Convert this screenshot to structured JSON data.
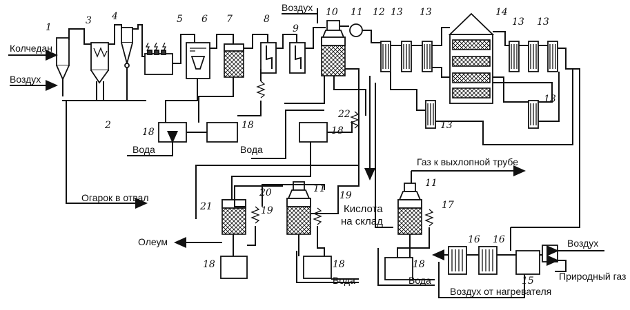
{
  "labels": {
    "pyrite": "Колчедан",
    "air_left": "Воздух",
    "air_top": "Воздух",
    "cinder": "Огарок в отвал",
    "water_1": "Вода",
    "water_2": "Вода",
    "water_3": "Вода",
    "water_4": "Вода",
    "exhaust": "Газ к выхлопной трубе",
    "acid_1": "Кислота",
    "acid_2": "на склад",
    "oleum": "Олеум",
    "air_right": "Воздух",
    "natural_gas": "Природный газ",
    "heater_air": "Воздух от нагревателя"
  },
  "numbers": {
    "n1": "1",
    "n2": "2",
    "n3": "3",
    "n4": "4",
    "n5": "5",
    "n6": "6",
    "n7": "7",
    "n8": "8",
    "n9": "9",
    "n10": "10",
    "n11a": "11",
    "n12": "12",
    "n13a": "13",
    "n13b": "13",
    "n14": "14",
    "n13c": "13",
    "n13d": "13",
    "n13e": "13",
    "n13f": "13",
    "n18a": "18",
    "n18b": "18",
    "n22": "22",
    "n18c": "18",
    "n11b": "11",
    "n20": "20",
    "n19a": "19",
    "n21": "21",
    "n19b": "19",
    "n11c": "11",
    "n17": "17",
    "n18d": "18",
    "n18e": "18",
    "n18f": "18",
    "n16a": "16",
    "n16b": "16",
    "n15": "15"
  }
}
